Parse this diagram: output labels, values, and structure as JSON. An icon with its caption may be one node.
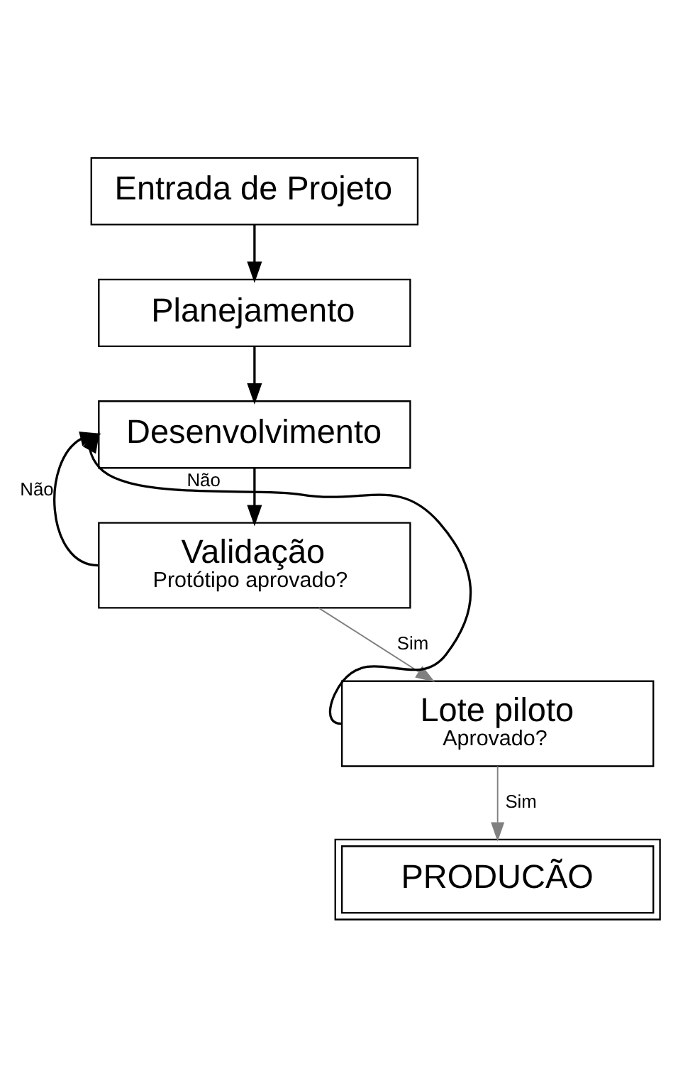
{
  "diagram": {
    "nodes": [
      {
        "text": [
          "Entrada de Projeto"
        ]
      },
      {
        "text": [
          "Planejamento"
        ]
      },
      {
        "text": [
          "Desenvolvimento"
        ]
      },
      {
        "text": [
          "Validação",
          "Protótipo aprovado?"
        ]
      },
      {
        "text": [
          "Lote piloto",
          "Aprovado?"
        ]
      },
      {
        "text": [
          "PRODUCÃO"
        ]
      }
    ],
    "edges": [
      {
        "from": 0,
        "to": 1,
        "arrow": "to"
      },
      {
        "from": 1,
        "to": 2,
        "arrow": "to"
      },
      {
        "from": 2,
        "to": 3,
        "arrow": "to"
      },
      {
        "from": 3,
        "to": 4,
        "arrow": "to",
        "label": "Sim",
        "color": "#808080"
      },
      {
        "from": 4,
        "to": 5,
        "arrow": "to",
        "label": "Sim",
        "color": "#808080"
      },
      {
        "from": 3,
        "to": 2,
        "arrow": "to",
        "label": "Não"
      },
      {
        "from": 4,
        "to": 2,
        "arrow": "to",
        "label": "Não"
      }
    ]
  }
}
